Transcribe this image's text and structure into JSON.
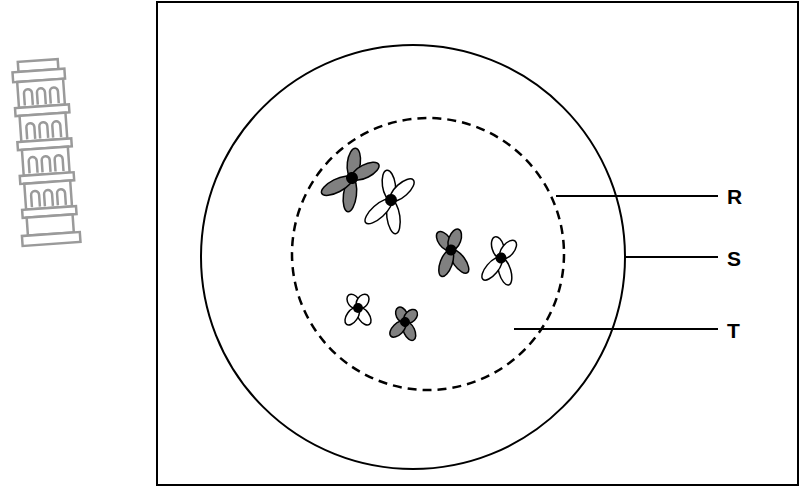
{
  "diagram": {
    "labels": [
      "R",
      "S",
      "T"
    ]
  }
}
